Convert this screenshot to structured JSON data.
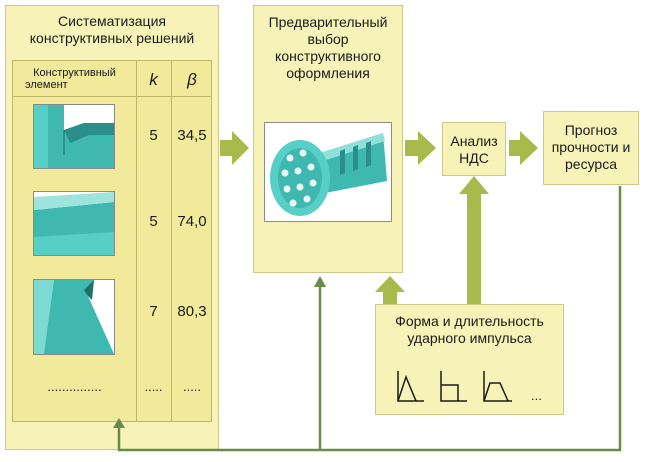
{
  "systematization": {
    "title_line1": "Систематизация",
    "title_line2": "конструктивных решений",
    "col_element_line1": "Конструктивный",
    "col_element_line2": "элемент",
    "col_k": "k",
    "col_beta": "β",
    "rows": [
      {
        "k": "5",
        "beta": "34,5"
      },
      {
        "k": "5",
        "beta": "74,0"
      },
      {
        "k": "7",
        "beta": "80,3"
      }
    ],
    "ellipsis_element": "...............",
    "ellipsis_k": ".....",
    "ellipsis_beta": "....."
  },
  "preselection": {
    "line1": "Предварительный",
    "line2": "выбор",
    "line3": "конструктивного",
    "line4": "оформления"
  },
  "analysis": {
    "line1": "Анализ",
    "line2": "НДС"
  },
  "forecast": {
    "line1": "Прогноз",
    "line2": "прочности и",
    "line3": "ресурса"
  },
  "impulse": {
    "line1": "Форма и длительность",
    "line2": "ударного импульса",
    "ellipsis": "..."
  },
  "colors": {
    "box_fill": "#f7f3b8",
    "arrow_green": "#a7ba4b",
    "feedback_line": "#6b8a4a",
    "part_teal": "#3fb8b0"
  }
}
